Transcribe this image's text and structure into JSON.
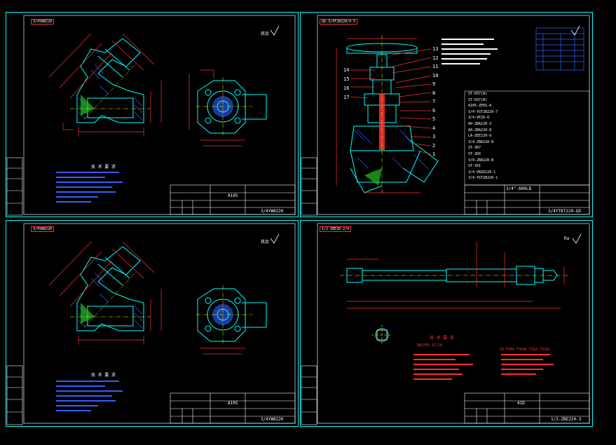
{
  "sheets": [
    {
      "tag": "3/4YW8220",
      "drawing_no": "3/4YW8220",
      "part_code": "A105",
      "roughness": "其余",
      "notes_title": "技 术 要 求"
    },
    {
      "tag": "GD-3/4T2B220/4-5",
      "drawing_no": "3/4YT8T220-GD",
      "spec": "3/4\"-800LB",
      "balloons_right": [
        "13",
        "12",
        "11",
        "10",
        "9",
        "8",
        "7",
        "6",
        "5",
        "4",
        "3",
        "2",
        "1"
      ],
      "balloons_left": [
        "14",
        "15",
        "16",
        "17"
      ],
      "bom_rows": [
        "ST-037(A)",
        "ST-037(B)",
        "A105-ZEEG-A",
        "3/4-YGT2B220-7",
        "3/4-VE2D-6",
        "A0-2BA220-3",
        "A0-2BA220-8",
        "LA-ZEE220-9",
        "3/4-ZB8220-8",
        "ST-367",
        "ST-2DX",
        "3/4-2B8220-B",
        "ST-3VI",
        "3/4-VB2D220-1",
        "3/4-YGT2B220-1"
      ]
    },
    {
      "tag": "3/4YW8220",
      "drawing_no": "3/4YW8220",
      "part_code": "A105",
      "roughness": "其余",
      "notes_title": "技 术 要 求"
    },
    {
      "tag": "1/2-ZBE2D-2/4",
      "drawing_no": "1/2-ZBE220-3",
      "part_code": "41D",
      "roughness": "Ra",
      "notes_title": "技 术 要 求",
      "note_left": "BACH10 2C/18",
      "note_right": "SS-F304 F304L F316 F316L"
    }
  ],
  "colors": {
    "frame": "#00ffff",
    "part": "#00ffff",
    "dim": "#ff3030",
    "hatch": "#3060ff",
    "center": "#ffff00"
  }
}
